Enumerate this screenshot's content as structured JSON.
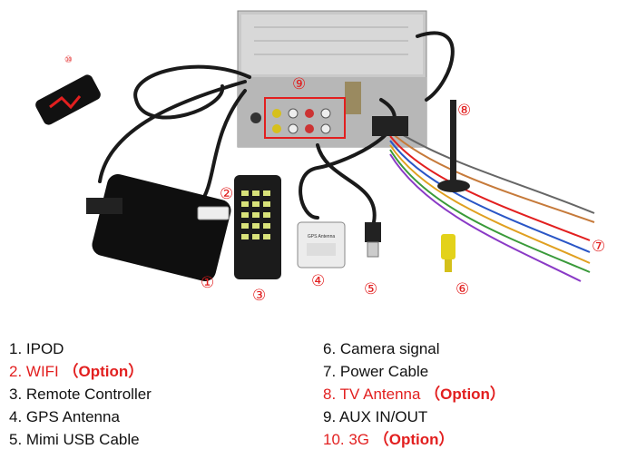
{
  "markers": {
    "m1": "①",
    "m2": "②",
    "m3": "③",
    "m4": "④",
    "m5": "⑤",
    "m6": "⑥",
    "m7": "⑦",
    "m8": "⑧",
    "m9": "⑨",
    "m10": "⑩"
  },
  "legend_left": [
    {
      "text": "1. IPOD",
      "option": ""
    },
    {
      "text": "2. WIFI",
      "option": "（Option）"
    },
    {
      "text": "3. Remote Controller",
      "option": ""
    },
    {
      "text": "4. GPS Antenna",
      "option": ""
    },
    {
      "text": "5. Mimi USB Cable",
      "option": ""
    }
  ],
  "legend_right": [
    {
      "text": "6. Camera signal",
      "option": ""
    },
    {
      "text": "7. Power Cable",
      "option": ""
    },
    {
      "text": "8. TV Antenna",
      "option": "（Option）"
    },
    {
      "text": "9. AUX IN/OUT",
      "option": ""
    },
    {
      "text": "10. 3G",
      "option": "（Option）"
    }
  ],
  "gps_label": "GPS Antenna",
  "colors": {
    "accent": "#e21f1f",
    "text": "#111111"
  }
}
